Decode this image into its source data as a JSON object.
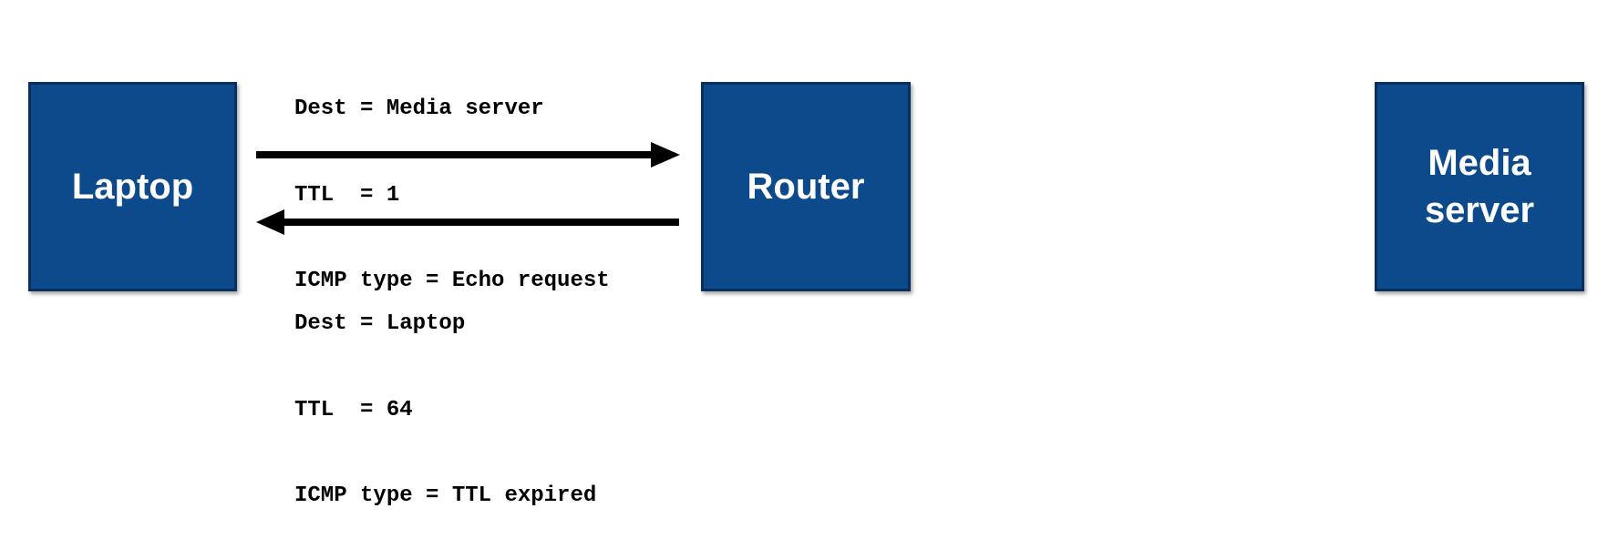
{
  "nodes": {
    "laptop": {
      "label": "Laptop"
    },
    "router": {
      "label": "Router"
    },
    "server": {
      "label_line1": "Media",
      "label_line2": "server"
    }
  },
  "packets": {
    "outgoing": {
      "line1": "Dest = Media server",
      "line2": "TTL  = 1",
      "line3": "ICMP type = Echo request"
    },
    "returning": {
      "line1": "Dest = Laptop",
      "line2": "TTL  = 64",
      "line3": "ICMP type = TTL expired"
    }
  },
  "colors": {
    "node_fill": "#0d4a8c",
    "node_border": "#0a2f5c",
    "arrow": "#000000"
  }
}
